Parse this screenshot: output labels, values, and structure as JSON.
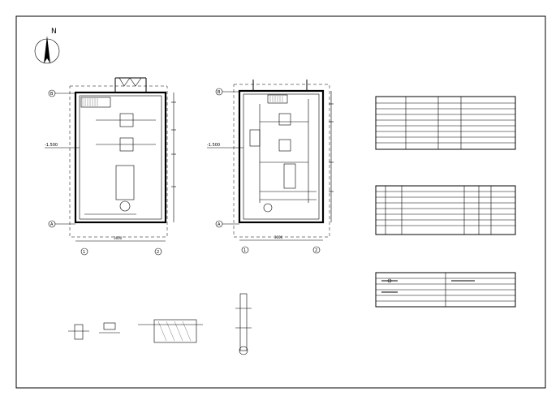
{
  "north_label": "N",
  "left_plan": {
    "caption": "",
    "caption_scale": "",
    "elevation": "-1.500",
    "note": "",
    "dim_bottom": "3600",
    "axis_top": "B",
    "axis_bottom": "A",
    "axis_left": "1",
    "axis_right": "2"
  },
  "right_plan": {
    "caption": "",
    "caption_scale": "",
    "elevation": "-1.500",
    "dim_bottom": "3600",
    "axis_top": "B",
    "axis_bottom": "A",
    "axis_left": "1",
    "axis_right": "2"
  },
  "tables": {
    "valves_title": "",
    "equipment_title": "",
    "legend_title": ""
  },
  "details": {
    "section_caption": "",
    "notes_title": "",
    "note_1": "",
    "note_2": ""
  },
  "title_block": {
    "line1": "",
    "line2": ""
  }
}
